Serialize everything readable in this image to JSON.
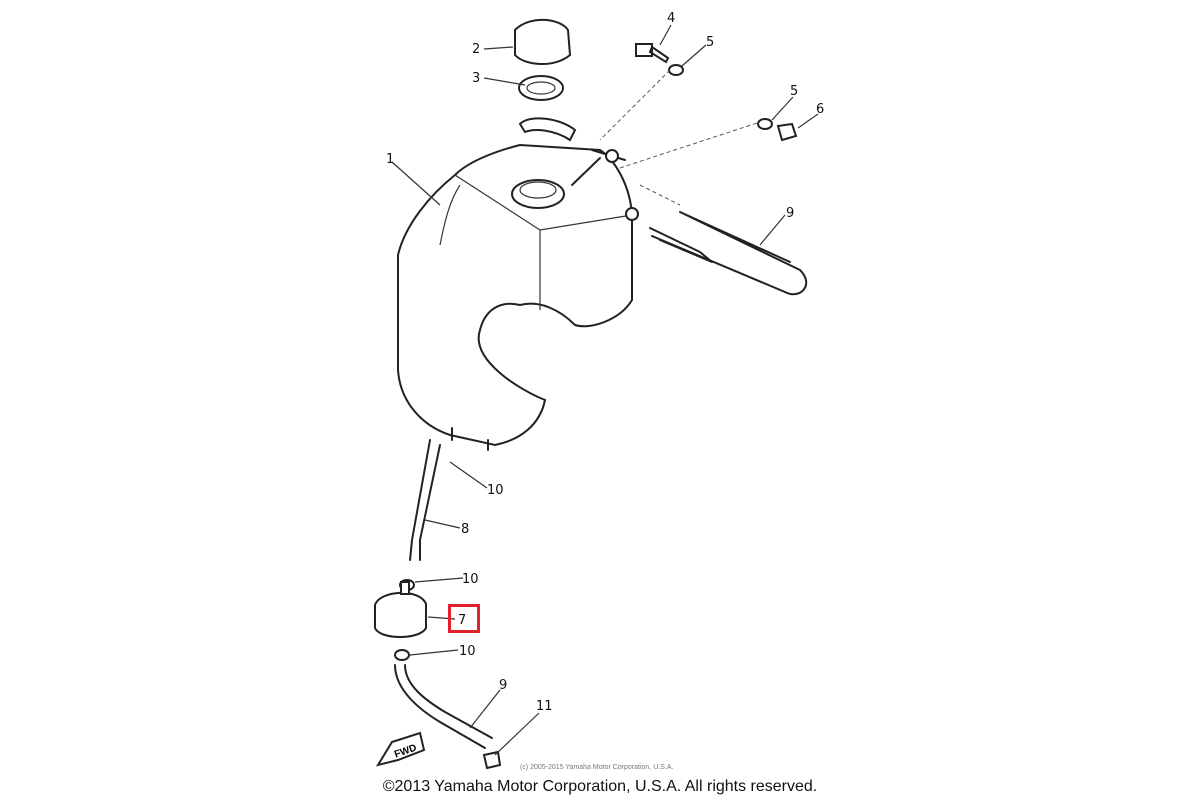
{
  "diagram": {
    "callouts": {
      "c1": "1",
      "c2": "2",
      "c3": "3",
      "c4": "4",
      "c5a": "5",
      "c5b": "5",
      "c6": "6",
      "c9a": "9",
      "c10a": "10",
      "c8": "8",
      "c10b": "10",
      "c7": "7",
      "c10c": "10",
      "c9b": "9",
      "c11": "11"
    },
    "fwd_label": "FWD",
    "watermark": "(c) 2005-2015 Yamaha Motor Corporation, U.S.A.",
    "highlighted_part": "7",
    "highlight_color": "#e0202a"
  },
  "footer": "©2013 Yamaha Motor Corporation, U.S.A. All rights reserved."
}
